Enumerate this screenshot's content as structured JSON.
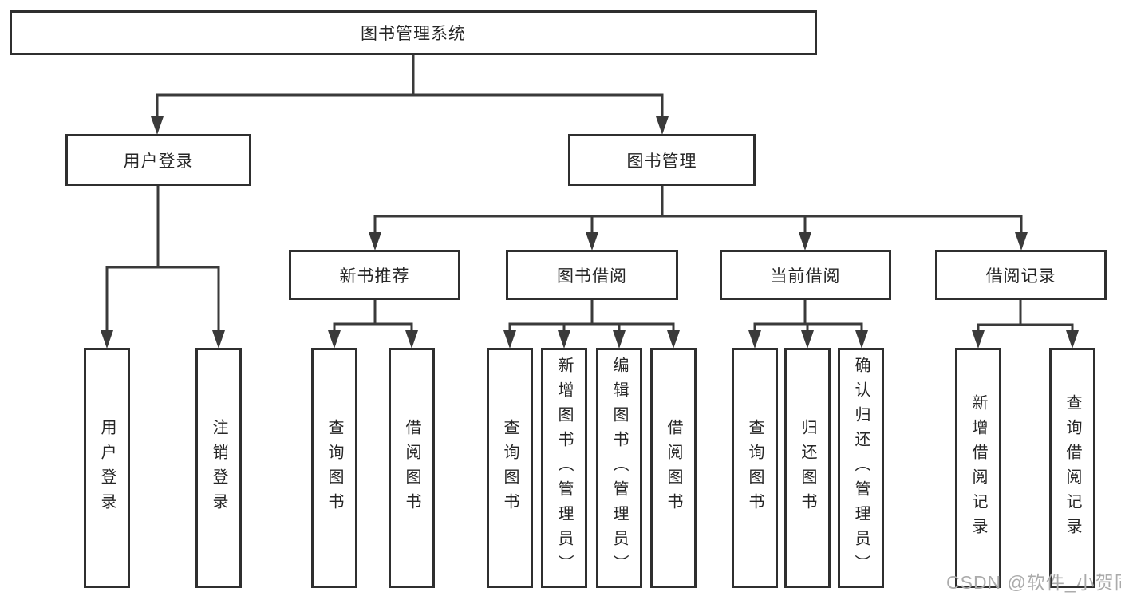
{
  "diagram": {
    "background": "#ffffff",
    "line_color": "#3a3a3a",
    "box_border_color": "#2f2f2f",
    "text_color": "#262626"
  },
  "tree": {
    "root": {
      "label": "图书管理系统"
    },
    "level2": [
      {
        "label": "用户登录",
        "children": [
          {
            "label": "用户登录"
          },
          {
            "label": "注销登录"
          }
        ]
      },
      {
        "label": "图书管理",
        "children": [
          {
            "label": "新书推荐",
            "children": [
              {
                "label": "查询图书"
              },
              {
                "label": "借阅图书"
              }
            ]
          },
          {
            "label": "图书借阅",
            "children": [
              {
                "label": "查询图书"
              },
              {
                "label": "新增图书（管理员）"
              },
              {
                "label": "编辑图书（管理员）"
              },
              {
                "label": "借阅图书"
              }
            ]
          },
          {
            "label": "当前借阅",
            "children": [
              {
                "label": "查询图书"
              },
              {
                "label": "归还图书"
              },
              {
                "label": "确认归还（管理员）"
              }
            ]
          },
          {
            "label": "借阅记录",
            "children": [
              {
                "label": "新增借阅记录"
              },
              {
                "label": "查询借阅记录"
              }
            ]
          }
        ]
      }
    ]
  },
  "watermark": {
    "text": "CSDN @软件_小贺同学",
    "color": "#ababab"
  }
}
